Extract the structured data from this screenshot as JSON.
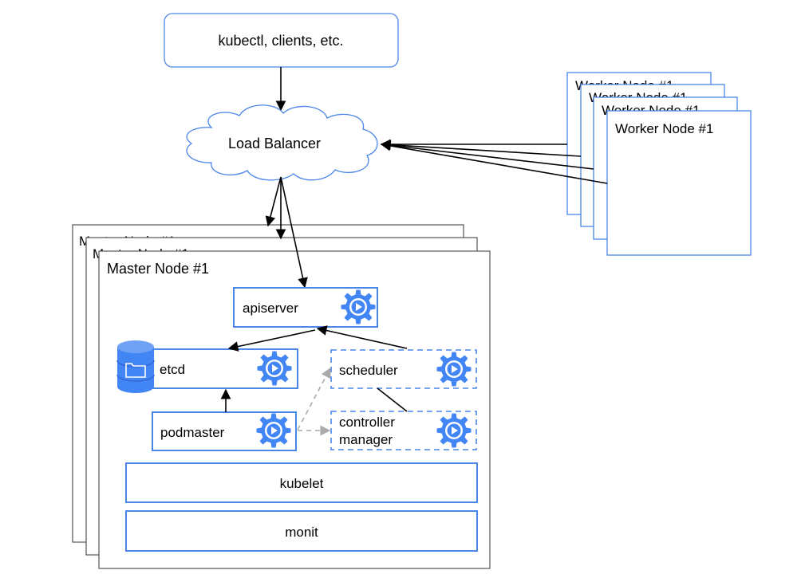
{
  "diagram": {
    "clients_label": "kubectl, clients, etc.",
    "load_balancer_label": "Load Balancer",
    "worker_node_label": "Worker Node #1",
    "master_node_label": "Master Node #1",
    "components": {
      "apiserver": "apiserver",
      "etcd": "etcd",
      "scheduler": "scheduler",
      "podmaster": "podmaster",
      "controller_manager_line1": "controller",
      "controller_manager_line2": "manager",
      "kubelet": "kubelet",
      "monit": "monit"
    },
    "colors": {
      "component_border": "#4a86e8",
      "icon_blue": "#4285f4",
      "dashed_arrow": "#aaaaaa",
      "node_border": "#4a86e8",
      "master_border": "#555555",
      "cloud_border": "#4a86e8"
    },
    "icons": [
      "gear-play-icon",
      "database-icon"
    ]
  }
}
